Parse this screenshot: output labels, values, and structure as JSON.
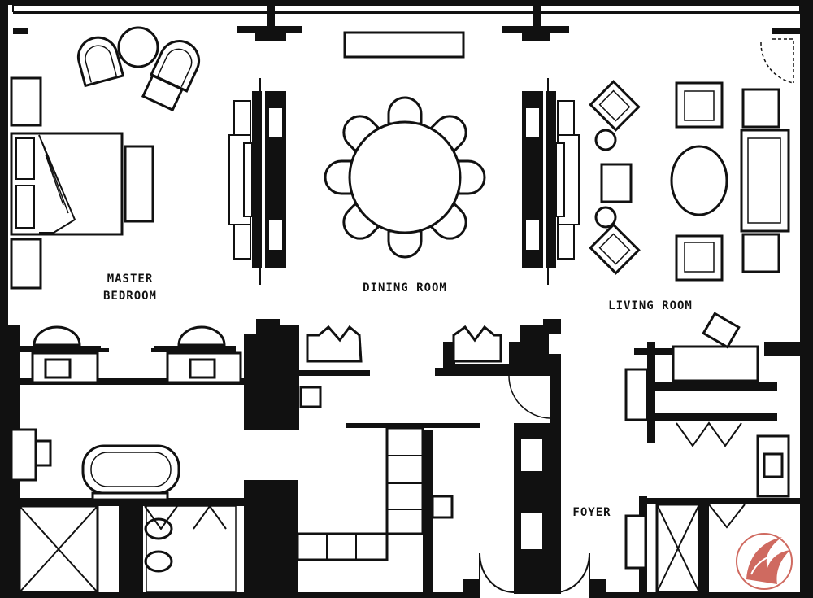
{
  "plan": {
    "rooms": {
      "master_bedroom": [
        "MASTER",
        "BEDROOM"
      ],
      "dining_room": "DINING ROOM",
      "living_room": "LIVING ROOM",
      "foyer": "FOYER"
    }
  },
  "colors": {
    "wall": "#111111",
    "background": "#ffffff",
    "watermark": "#c0392b"
  },
  "icons": {
    "watermark": "flame-logo-icon"
  }
}
